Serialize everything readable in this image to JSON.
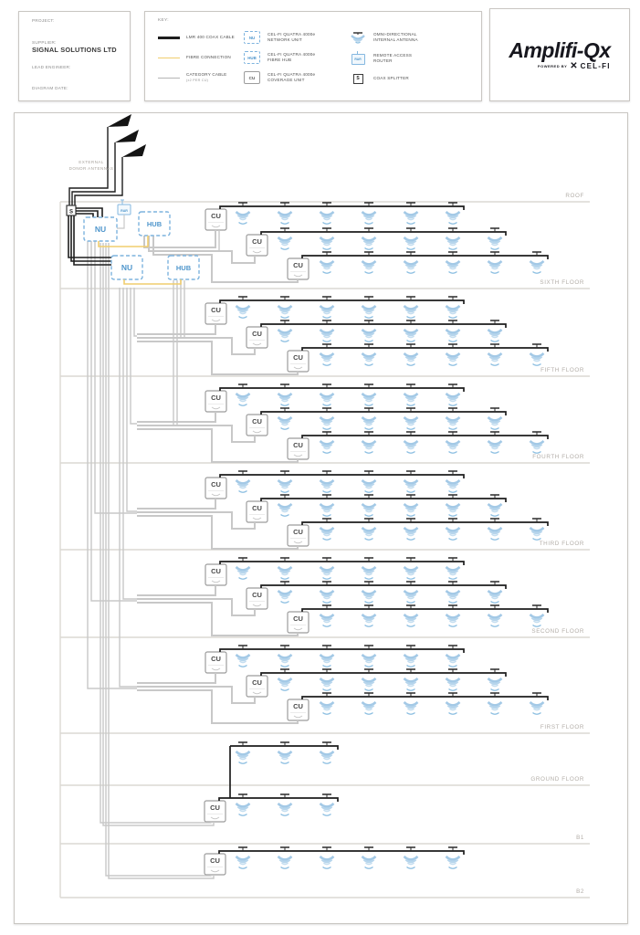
{
  "header": {
    "project": {
      "project_label": "PROJECT:",
      "supplier_label": "SUPPLIER:",
      "supplier_value": "SIGNAL SOLUTIONS LTD",
      "lead_engineer_label": "LEAD ENGINEER:",
      "diagram_date_label": "DIAGRAM DATE:"
    },
    "key": {
      "title": "KEY:",
      "cable_types": [
        {
          "name": "coax-cable-sample",
          "label": "LMR 400 COAX CABLE",
          "sub": "",
          "color": "#1d1d1d",
          "thickness": 3
        },
        {
          "name": "fibre-cable-sample",
          "label": "FIBRE CONNECTION",
          "sub": "",
          "color": "#f0cd6e",
          "thickness": 1.5
        },
        {
          "name": "category-cable-sample",
          "label": "CATEGORY CABLE",
          "sub": "(x2 PER CU)",
          "color": "#b5b5b5",
          "thickness": 1
        }
      ],
      "units": [
        {
          "abbr": "NU",
          "style": "dashed-blue",
          "label1": "CEL-FI QUATRA 4000e",
          "label2": "NETWORK UNIT"
        },
        {
          "abbr": "HUB",
          "style": "dashed-blue",
          "label1": "CEL-FI QUATRA 4000e",
          "label2": "FIBRE HUB"
        },
        {
          "abbr": "CU",
          "style": "solid-gray",
          "label1": "CEL-FI QUATRA 4000e",
          "label2": "COVERAGE UNIT"
        }
      ],
      "devices": [
        {
          "icon": "omni-antenna",
          "label1": "OMNI-DIRECTIONAL",
          "label2": "INTERNAL ANTENNA"
        },
        {
          "icon": "rar",
          "abbr": "RAR",
          "label1": "REMOTE ACCESS",
          "label2": "ROUTER"
        },
        {
          "icon": "splitter",
          "abbr": "S",
          "label1": "COAX SPLITTER",
          "label2": ""
        }
      ]
    },
    "logo": {
      "name": "Amplifi-Qx",
      "powered_by": "POWERED BY",
      "x_mark": "✕",
      "brand": "CEL-FI"
    }
  },
  "diagram": {
    "external_antennas_label": [
      "EXTERNAL",
      "DONOR ANTENNAS"
    ],
    "donor_antenna_count": 3,
    "equipment": {
      "splitter": "S",
      "network_unit": "NU",
      "hub": "HUB",
      "coverage_unit": "CU",
      "router": "RAR"
    },
    "levels": [
      {
        "label": "ROOF",
        "kind": "roof"
      },
      {
        "label": "SIXTH FLOOR",
        "kind": "cu3",
        "antenna_rows": [
          6,
          6,
          6
        ]
      },
      {
        "label": "FIFTH FLOOR",
        "kind": "cu3",
        "antenna_rows": [
          6,
          6,
          6
        ]
      },
      {
        "label": "FOURTH FLOOR",
        "kind": "cu3",
        "antenna_rows": [
          6,
          6,
          6
        ]
      },
      {
        "label": "THIRD FLOOR",
        "kind": "cu3",
        "antenna_rows": [
          6,
          6,
          6
        ]
      },
      {
        "label": "SECOND FLOOR",
        "kind": "cu3",
        "antenna_rows": [
          6,
          6,
          6
        ]
      },
      {
        "label": "FIRST FLOOR",
        "kind": "cu3",
        "antenna_rows": [
          6,
          6,
          6
        ]
      },
      {
        "label": "GROUND FLOOR",
        "kind": "riser_row",
        "antennas": 3
      },
      {
        "label": "B1",
        "kind": "cu_row",
        "antennas": 3
      },
      {
        "label": "B2",
        "kind": "cu_row",
        "antennas": 6
      }
    ],
    "colors": {
      "coax": "#1d1d1d",
      "fibre": "#f0cd6e",
      "category": "#c8c8c8",
      "unit_blue_border": "#7db3de",
      "unit_blue_text": "#4f96cc",
      "antenna_blue": "#a3c9e6",
      "floor_line": "#dcd8d3",
      "floor_label": "#b3aea8",
      "cu_border": "#9c9c9c",
      "cu_text": "#4a4a4a"
    }
  }
}
